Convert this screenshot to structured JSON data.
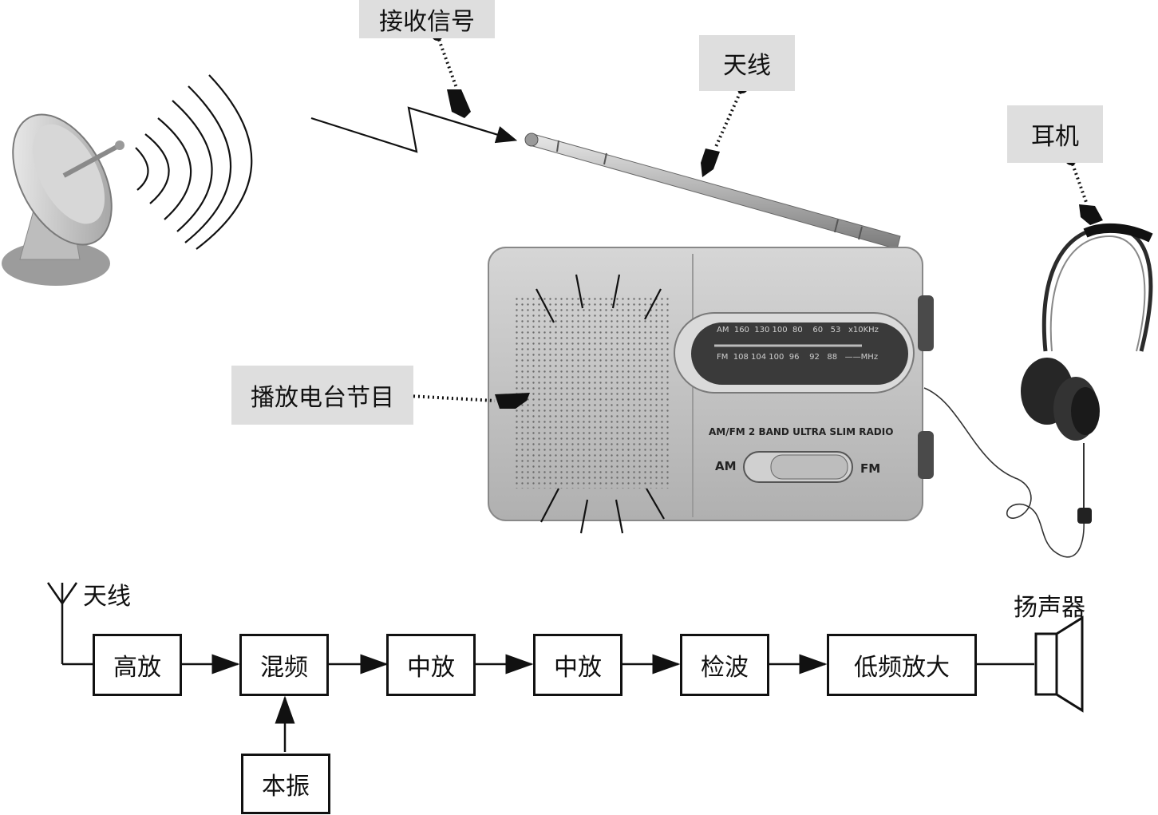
{
  "callouts": {
    "receive_signal": "接收信号",
    "antenna": "天线",
    "earphone": "耳机",
    "broadcast": "播放电台节目"
  },
  "radio": {
    "am_scale": "AM  160  130 100  80    60   53   x10KHz",
    "fm_scale": "FM  108 104 100  96    92   88   ——MHz",
    "model_text": "AM/FM 2 BAND ULTRA SLIM RADIO",
    "am_label": "AM",
    "fm_label": "FM"
  },
  "block_diagram": {
    "antenna_label": "天线",
    "speaker_label": "扬声器",
    "stages": [
      "高放",
      "混频",
      "中放",
      "中放",
      "检波",
      "低频放大"
    ],
    "oscillator": "本振"
  },
  "colors": {
    "line": "#111111",
    "callout_bg": "#dedede",
    "radio_body": "#c8c8c8"
  },
  "icons": [
    "satellite-dish-icon",
    "radio-wave-icon",
    "pointing-hand-icon",
    "headphones-icon",
    "speaker-icon",
    "antenna-icon"
  ]
}
